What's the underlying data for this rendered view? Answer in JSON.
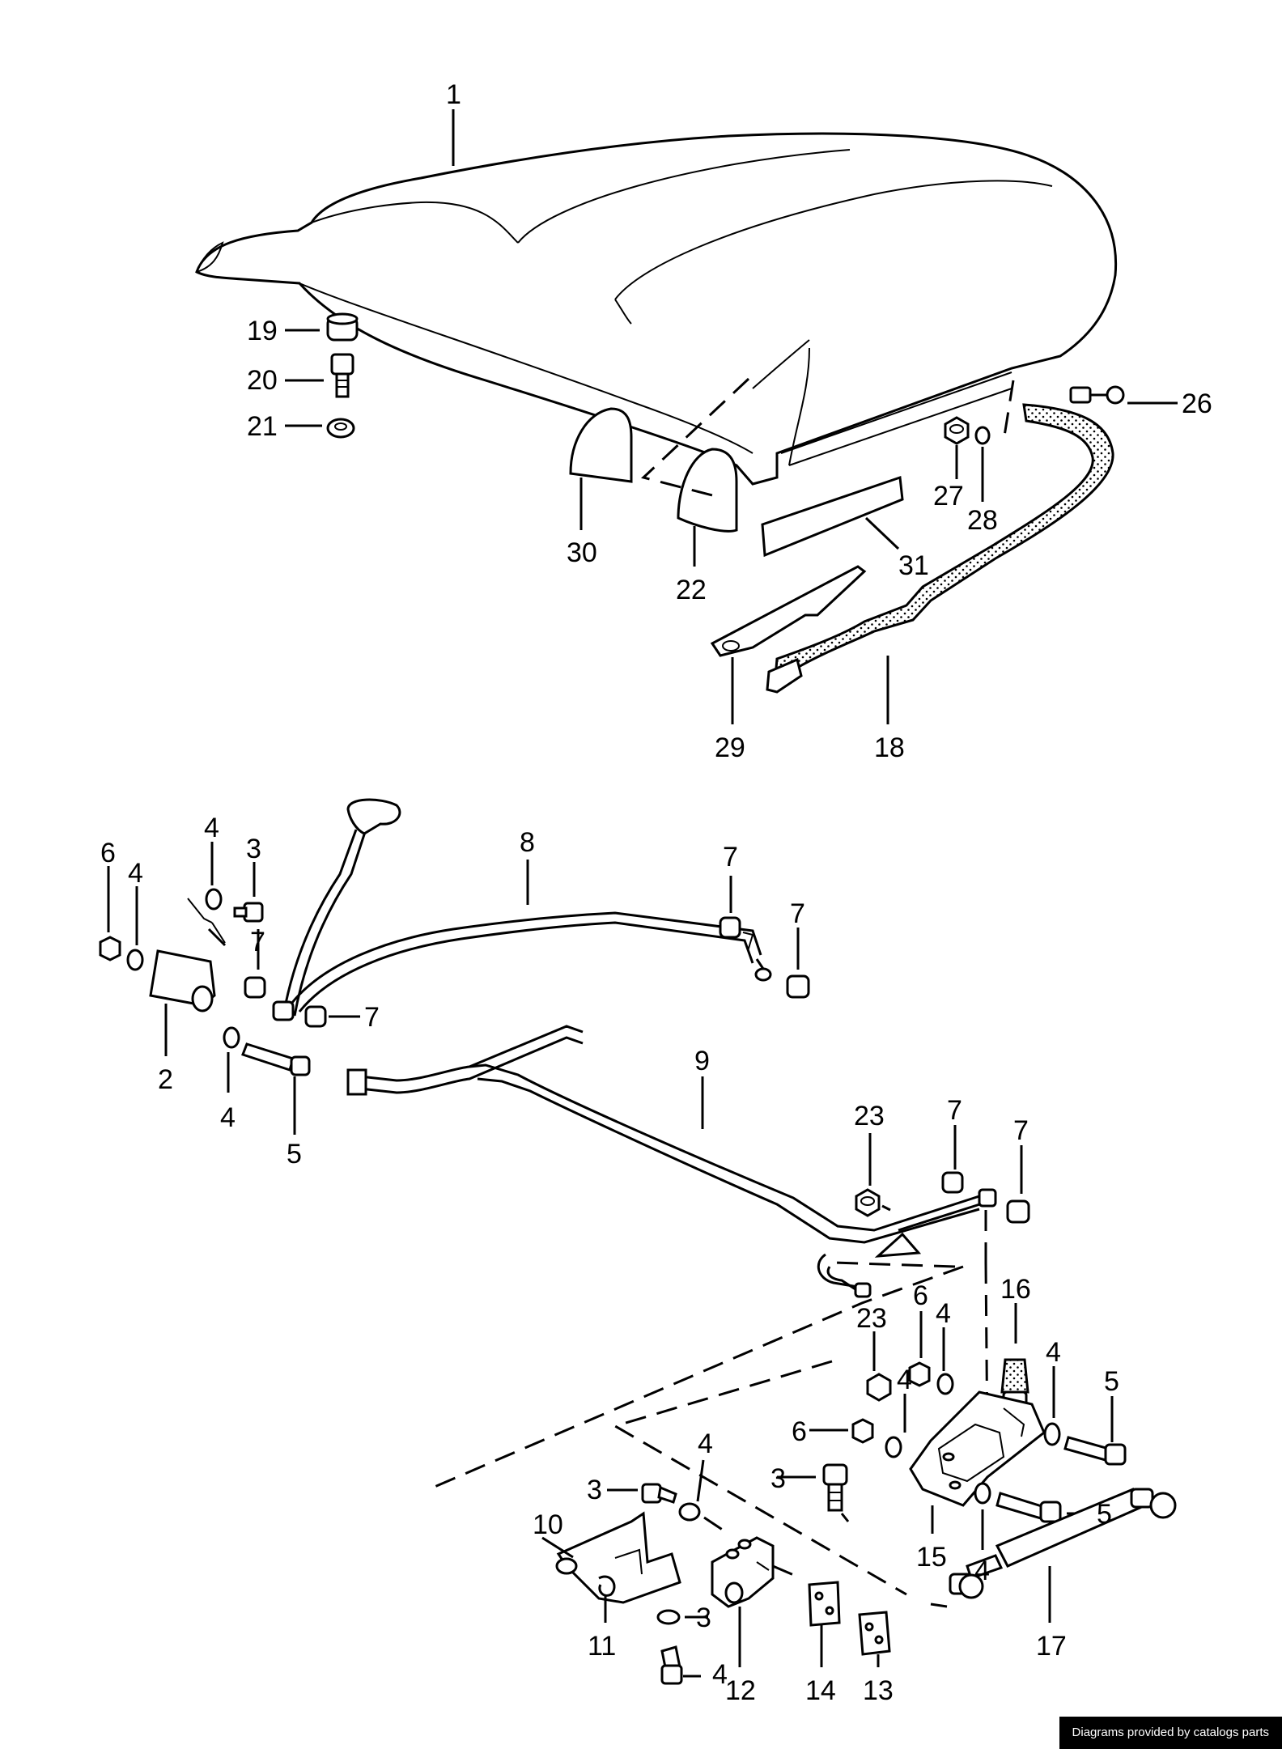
{
  "diagram": {
    "callouts": [
      "1",
      "19",
      "20",
      "21",
      "26",
      "27",
      "28",
      "30",
      "22",
      "31",
      "29",
      "18",
      "8",
      "6",
      "4",
      "3",
      "4",
      "7",
      "7",
      "7",
      "2",
      "4",
      "5",
      "7",
      "9",
      "23",
      "7",
      "7",
      "16",
      "23",
      "6",
      "4",
      "4",
      "5",
      "6",
      "4",
      "3",
      "4",
      "5",
      "3",
      "10",
      "11",
      "4",
      "3",
      "12",
      "14",
      "13",
      "15",
      "4",
      "17"
    ]
  },
  "footer": {
    "credit": "Diagrams provided by catalogs parts"
  }
}
